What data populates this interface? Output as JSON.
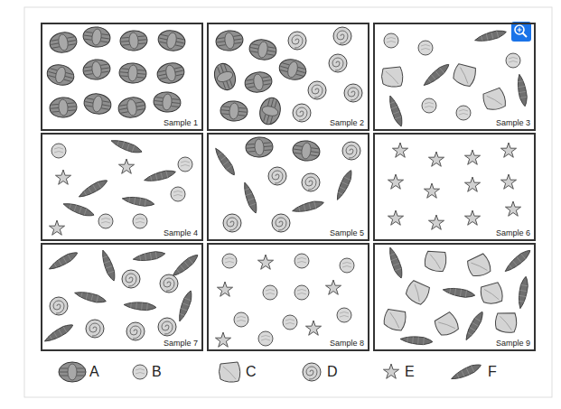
{
  "diagram": {
    "nodes": [
      {
        "text": [
          "Sample 1"
        ]
      },
      {
        "text": [
          "Sample 2"
        ]
      },
      {
        "text": [
          "Sample 3"
        ]
      },
      {
        "text": [
          "Sample 4"
        ]
      },
      {
        "text": [
          "Sample 5"
        ]
      },
      {
        "text": [
          "Sample 6"
        ]
      },
      {
        "text": [
          "Sample 7"
        ]
      },
      {
        "text": [
          "Sample 8"
        ]
      },
      {
        "text": [
          "Sample 9"
        ]
      }
    ],
    "legend": [
      {
        "text": "A"
      },
      {
        "text": "B"
      },
      {
        "text": "C"
      },
      {
        "text": "D"
      },
      {
        "text": "E"
      },
      {
        "text": "F"
      }
    ]
  }
}
